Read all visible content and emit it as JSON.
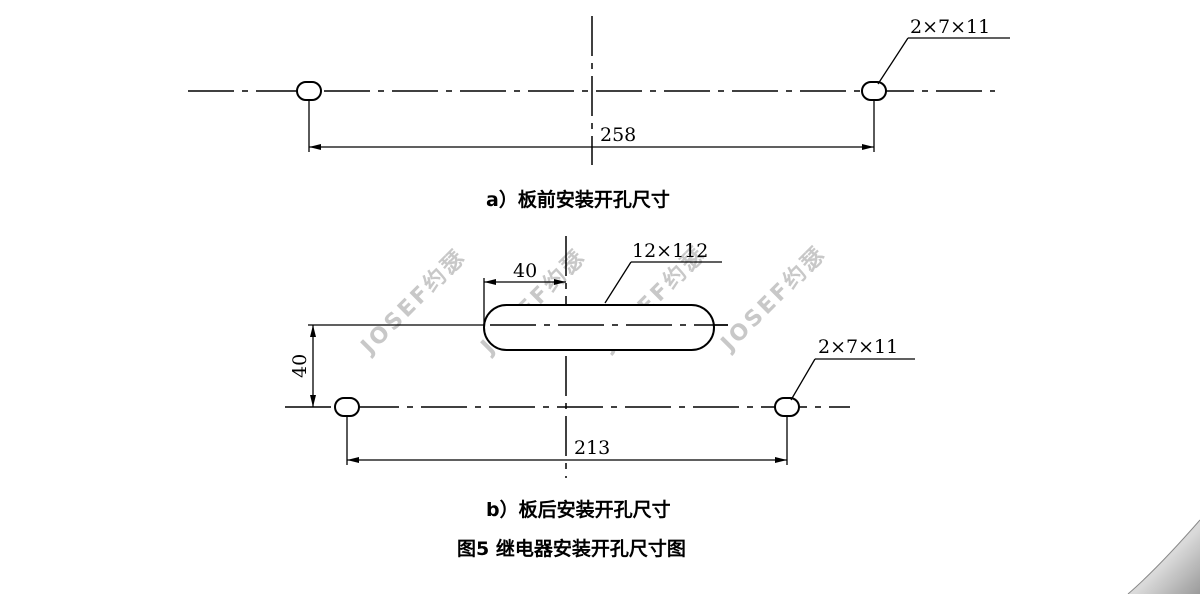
{
  "diagram_a": {
    "hole_callout": "2×7×11",
    "span_dimension": "258",
    "caption": "a）板前安装开孔尺寸"
  },
  "diagram_b": {
    "slot_callout": "12×112",
    "slot_offset_dimension": "40",
    "vertical_offset_dimension": "40",
    "hole_callout": "2×7×11",
    "span_dimension": "213",
    "caption": "b）板后安装开孔尺寸"
  },
  "figure_caption": "图5  继电器安装开孔尺寸图",
  "watermark": {
    "text": "JOSEF约瑟"
  },
  "colors": {
    "line": "#000000",
    "background": "#ffffff",
    "watermark": "#c8c8c8"
  }
}
